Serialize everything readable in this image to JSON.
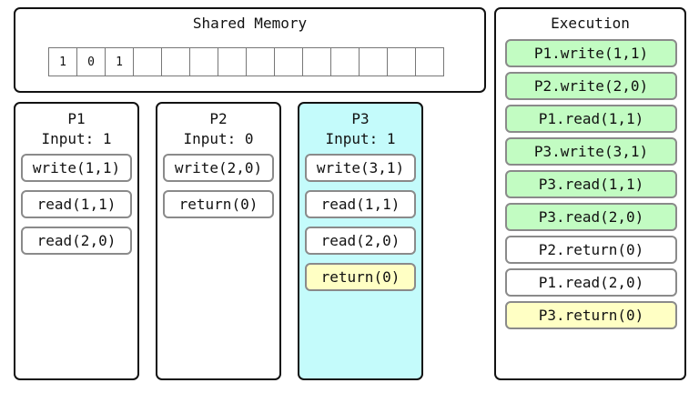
{
  "colors": {
    "active_process_bg": "#c4fbfb",
    "executed_bg": "#c2fcc2",
    "return_bg": "#ffffc4",
    "border": "#111111"
  },
  "memory": {
    "title": "Shared Memory",
    "cells": [
      "1",
      "0",
      "1",
      "",
      "",
      "",
      "",
      "",
      "",
      "",
      "",
      "",
      "",
      ""
    ]
  },
  "processes": [
    {
      "name": "P1",
      "input": "Input: 1",
      "active": false,
      "ops": [
        {
          "label": "write(1,1)",
          "state": "normal"
        },
        {
          "label": "read(1,1)",
          "state": "normal"
        },
        {
          "label": "read(2,0)",
          "state": "normal"
        }
      ]
    },
    {
      "name": "P2",
      "input": "Input: 0",
      "active": false,
      "ops": [
        {
          "label": "write(2,0)",
          "state": "normal"
        },
        {
          "label": "return(0)",
          "state": "normal"
        }
      ]
    },
    {
      "name": "P3",
      "input": "Input: 1",
      "active": true,
      "ops": [
        {
          "label": "write(3,1)",
          "state": "normal"
        },
        {
          "label": "read(1,1)",
          "state": "normal"
        },
        {
          "label": "read(2,0)",
          "state": "normal"
        },
        {
          "label": "return(0)",
          "state": "return"
        }
      ]
    }
  ],
  "execution": {
    "title": "Execution",
    "items": [
      {
        "label": "P1.write(1,1)",
        "state": "executed"
      },
      {
        "label": "P2.write(2,0)",
        "state": "executed"
      },
      {
        "label": "P1.read(1,1)",
        "state": "executed"
      },
      {
        "label": "P3.write(3,1)",
        "state": "executed"
      },
      {
        "label": "P3.read(1,1)",
        "state": "executed"
      },
      {
        "label": "P3.read(2,0)",
        "state": "executed"
      },
      {
        "label": "P2.return(0)",
        "state": "pending"
      },
      {
        "label": "P1.read(2,0)",
        "state": "pending"
      },
      {
        "label": "P3.return(0)",
        "state": "return"
      }
    ]
  }
}
